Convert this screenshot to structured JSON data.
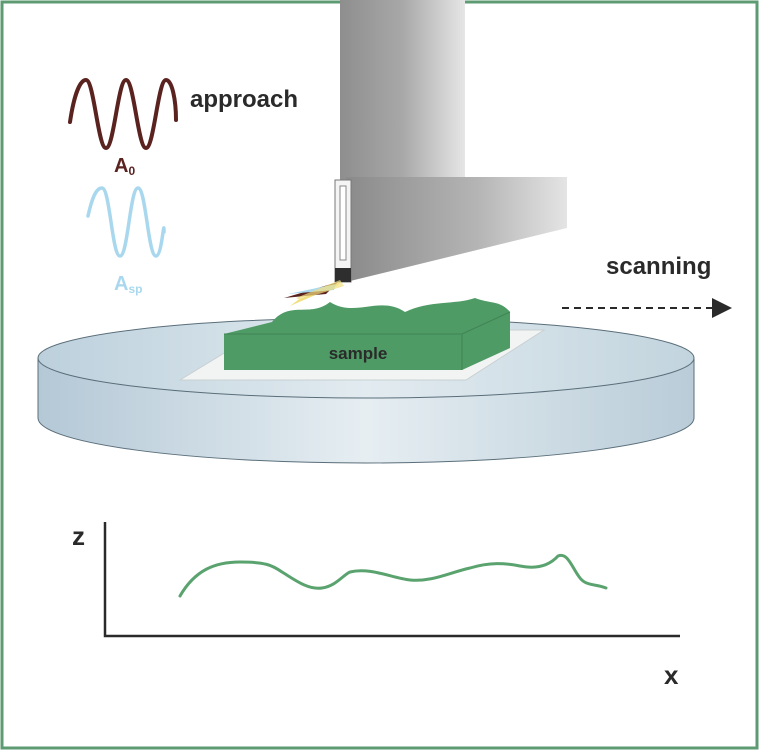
{
  "labels": {
    "approach": "approach",
    "a0_main": "A",
    "a0_sub": "0",
    "asp_main": "A",
    "asp_sub": "sp",
    "scanning": "scanning",
    "sample": "sample",
    "z_axis": "z",
    "x_axis": "x"
  },
  "colors": {
    "frame": "#5e9b72",
    "approach_wave": "#5a2320",
    "setpoint_wave": "#a9d8ee",
    "sample": "#4f9b66",
    "profile": "#5aa36f",
    "stage_fill": "#d2e0e8",
    "cantilever": "#a9a9a9",
    "tip_beam": "#f2df7d",
    "text": "#2a2a2a"
  }
}
